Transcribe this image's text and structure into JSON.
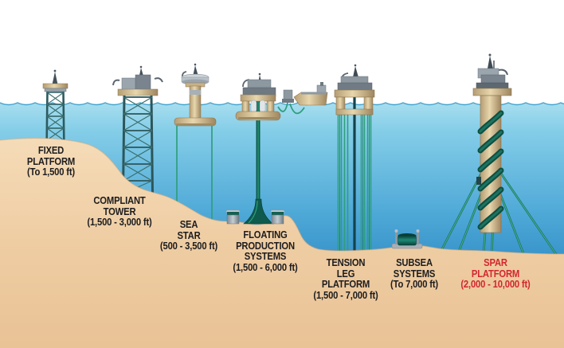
{
  "diagram": {
    "type": "offshore-oil-platform-water-depth-diagram",
    "platforms": [
      {
        "id": "fixed-platform",
        "lines": [
          "FIXED",
          "PLATFORM",
          "(To 1,500 ft)"
        ],
        "text_color": "#1d1d1f"
      },
      {
        "id": "compliant-tower",
        "lines": [
          "COMPLIANT",
          "TOWER",
          "(1,500 - 3,000 ft)"
        ],
        "text_color": "#1d1d1f"
      },
      {
        "id": "sea-star",
        "lines": [
          "SEA",
          "STAR",
          "(500 - 3,500 ft)"
        ],
        "text_color": "#1d1d1f"
      },
      {
        "id": "floating-production-systems",
        "lines": [
          "FLOATING",
          "PRODUCTION",
          "SYSTEMS",
          "(1,500 - 6,000 ft)"
        ],
        "text_color": "#1d1d1f"
      },
      {
        "id": "tension-leg-platform",
        "lines": [
          "TENSION",
          "LEG",
          "PLATFORM",
          "(1,500 - 7,000 ft)"
        ],
        "text_color": "#1d1d1f"
      },
      {
        "id": "subsea-systems",
        "lines": [
          "SUBSEA",
          "SYSTEMS",
          "(To 7,000 ft)"
        ],
        "text_color": "#1d1d1f"
      },
      {
        "id": "spar-platform",
        "lines": [
          "SPAR",
          "PLATFORM",
          "(2,000 - 10,000 ft)"
        ],
        "text_color": "#d22730"
      }
    ],
    "colors": {
      "sky": "#ffffff",
      "water_surface": "#a8deef",
      "water_deep": "#1a68ae",
      "waterline_stroke": "#43a3cc",
      "seafloor_sand": "#f0cfa5",
      "lattice_teal": "#2c5b5e",
      "mooring_green": "#2f9e7d",
      "riser_dark_green": "#0e5a4d",
      "hull_tan": "#cfb88e",
      "topside_gray": "#8d98a0",
      "label_black": "#1d1d1f",
      "label_red": "#d22730"
    }
  }
}
